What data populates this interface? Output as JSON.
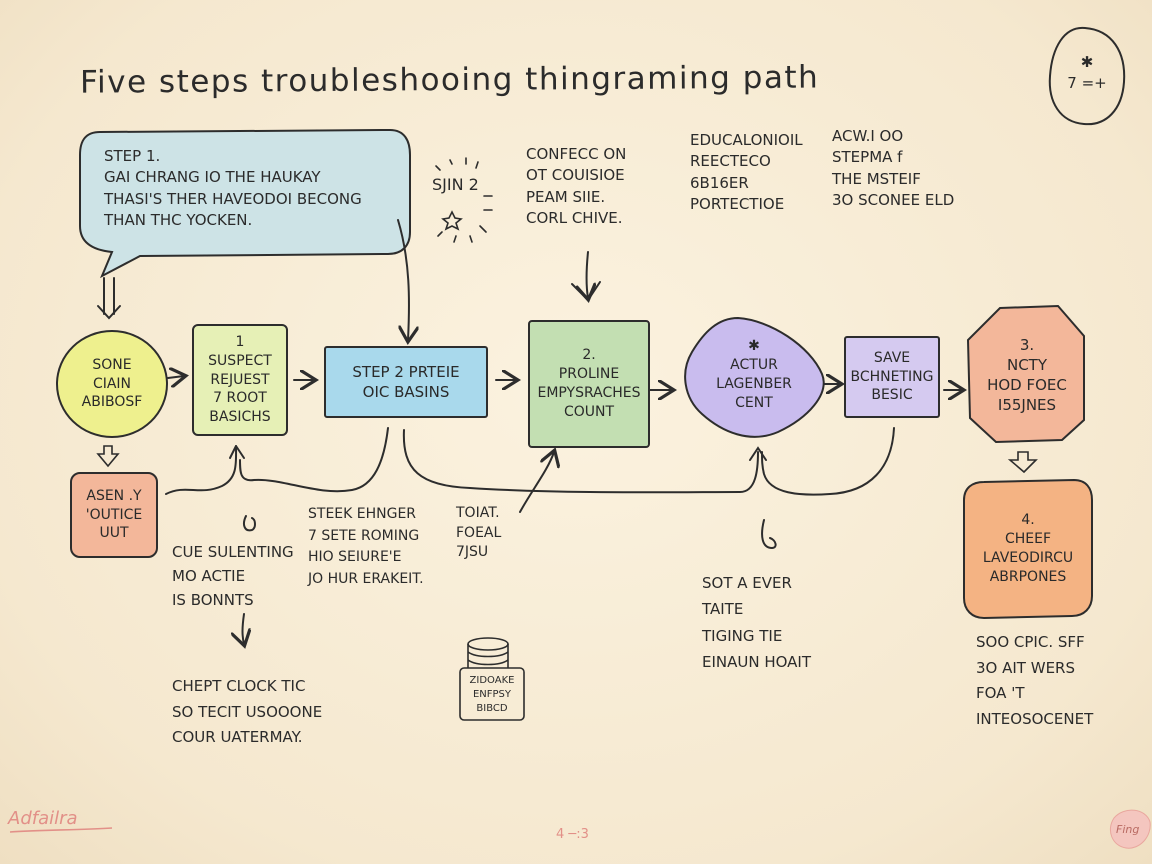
{
  "title": "Five steps troubleshooing thingraming path",
  "corner_badge": "✱\n7 =+",
  "speech_bubble": "STEP 1.\nGAI CHRANG IO THE HAUKAY\nTHASI'S THER HAVEODOI BECONG\nTHAN THC YOCKEN.",
  "top_notes": {
    "burst_label": "SJIN 2",
    "burst_marks": "· ı ╷",
    "note_a": "CONFECC ON\nOT COUISIOE\nPEAM SIIE.\nCORL CHIVE.",
    "note_b": "EDUCALONIOIL\nREECTECO\n6B16ER\nPORTECTIOE",
    "note_c": "ACW.I OO\nSTEPMA f\nTHE MSTEIF\n3O SCONEE ELD"
  },
  "nodes": {
    "start": "SONE\nCIAIN\nABIBOSF",
    "suspect": "1\nSUSPECT\nREJUEST\n7 ROOT\nBASICHS",
    "step2": "STEP 2 PRTEIE\nOIC BASINS",
    "profile": "2.\nPROLINE\nEMPYSRACHES\nCOUNT",
    "actur": "✱\nACTUR\nLAGENBER\nCENT",
    "save": "SAVE\nBCHNETING\nBESIC",
    "three": "3.\nNCTY\nHOD FOEC\nI55JNES",
    "assign": "ASEN .Y\n'OUTICE\nUUT",
    "four": "4.\nCHEEF\nLAVEODIRCU\nABRPONES"
  },
  "bottom_notes": {
    "note_1": "CUE SULENTING\nMO ACTIE\nIS BONNTS",
    "note_2": "STEEK EHNGER\n7 SETE ROMING\nHIO SEIURE'E\nJO HUR ERAKEIT.",
    "note_3": "TOIAT.\nFOEAL\n7JSU",
    "note_4": "CHEPT CLOCK TIC\nSO TECIT USOOONE\nCOUR UATERMAY.",
    "note_5": "SOT A EVER\nTAITE\nTIGING TIE\nEINAUN HOAIT",
    "note_6": "SOO CPIC. SFF\n3O AIT WERS\nFOA 'T\nINTEOSOCENET",
    "db_label": "ZIDOAKE\nENFPSY\nBIBCD"
  },
  "footer": {
    "signature": "Adfailra",
    "page_mark": "4 ─:3",
    "stamp": "Fing"
  },
  "colors": {
    "yellow": "#eef08e",
    "green_light": "#e6f0b6",
    "blue": "#a9d9ec",
    "green": "#c3dfb2",
    "purple": "#c9bcee",
    "lavender": "#d5caf0",
    "salmon": "#f3b79a",
    "orange": "#f4b383",
    "bubble": "#cde3e6"
  }
}
